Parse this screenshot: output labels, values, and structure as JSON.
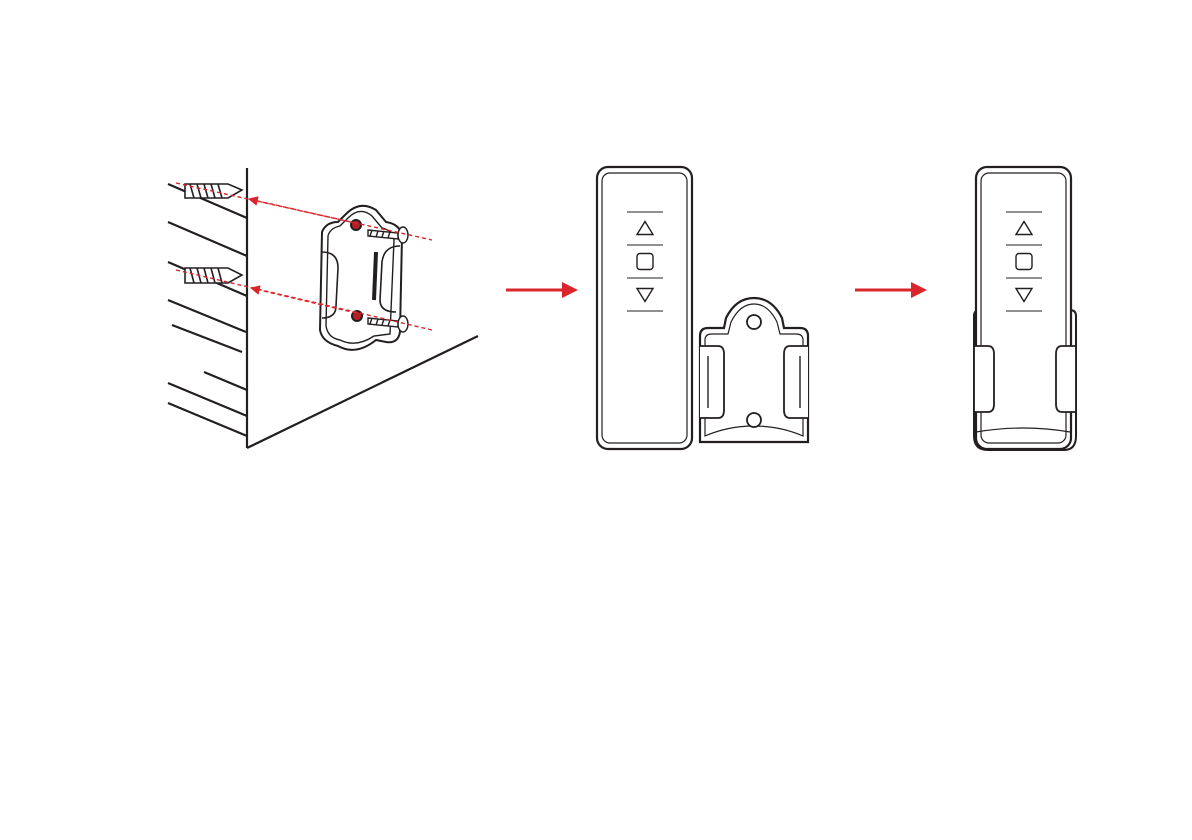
{
  "colors": {
    "line": "#231f20",
    "accent": "#d9252b",
    "background": "#ffffff",
    "screw_head": "#b22026"
  },
  "steps": [
    {
      "id": "step-1",
      "depicts": "wall-bracket-mounting"
    },
    {
      "id": "step-2",
      "depicts": "remote-beside-bracket"
    },
    {
      "id": "step-3",
      "depicts": "remote-in-bracket"
    }
  ],
  "remote": {
    "buttons": [
      {
        "name": "up-button",
        "icon": "up-triangle-icon"
      },
      {
        "name": "stop-button",
        "icon": "square-icon"
      },
      {
        "name": "down-button",
        "icon": "down-triangle-icon"
      }
    ]
  }
}
